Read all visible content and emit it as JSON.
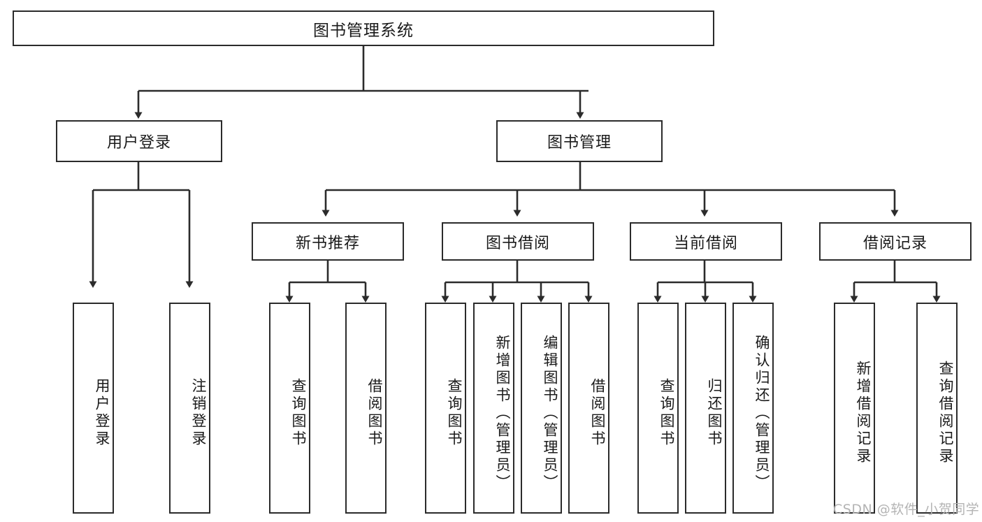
{
  "diagram": {
    "type": "functional-hierarchy-tree",
    "title": "图书管理系统",
    "orientation": "top-down",
    "line_color": "#2b2b2b",
    "box_fill": "#ffffff",
    "levels": 3
  },
  "root": {
    "label": "图书管理系统"
  },
  "level1": [
    {
      "label": "用户登录"
    },
    {
      "label": "图书管理"
    }
  ],
  "level2": [
    {
      "label": "新书推荐"
    },
    {
      "label": "图书借阅"
    },
    {
      "label": "当前借阅"
    },
    {
      "label": "借阅记录"
    }
  ],
  "leaves": {
    "user_login": [
      {
        "label": "用户登录"
      },
      {
        "label": "注销登录"
      }
    ],
    "new_book_recommend": [
      {
        "label": "查询图书"
      },
      {
        "label": "借阅图书"
      }
    ],
    "book_borrow": [
      {
        "label": "查询图书"
      },
      {
        "label": "新增图书（管理员）"
      },
      {
        "label": "编辑图书（管理员）"
      },
      {
        "label": "借阅图书"
      }
    ],
    "current_borrow": [
      {
        "label": "查询图书"
      },
      {
        "label": "归还图书"
      },
      {
        "label": "确认归还（管理员）"
      }
    ],
    "borrow_record": [
      {
        "label": "新增借阅记录"
      },
      {
        "label": "查询借阅记录"
      }
    ]
  },
  "watermark": {
    "text": "CSDN @软件_小贺同学"
  }
}
